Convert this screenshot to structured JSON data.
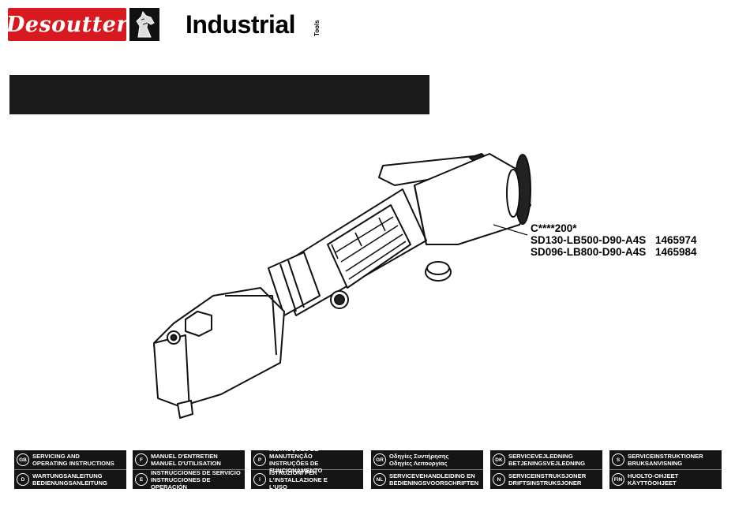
{
  "header": {
    "brand_logo": "Desoutter",
    "brand_industrial": "Industrial",
    "brand_tools": "Tools",
    "horse_icon": "horse-head-icon"
  },
  "models": [
    {
      "model": "C****200*",
      "part": ""
    },
    {
      "model": "SD130-LB500-D90-A4S",
      "part": "1465974"
    },
    {
      "model": "SD096-LB800-D90-A4S",
      "part": "1465984"
    }
  ],
  "languages": [
    {
      "top": {
        "code": "GB",
        "text": "Servicing and\nOperating Instructions"
      },
      "bottom": {
        "code": "D",
        "text": "Wartungsanleitung\nBedienungsanleitung"
      }
    },
    {
      "top": {
        "code": "F",
        "text": "Manuel d'entretien\nManuel d'utilisation"
      },
      "bottom": {
        "code": "E",
        "text": "Instrucciones de Servicio\nInstrucciones de Operación"
      }
    },
    {
      "top": {
        "code": "P",
        "text": "Instruções de Manutenção\nInstruções de Funcionamento"
      },
      "bottom": {
        "code": "I",
        "text": "Istruzioni per l'Installazione e\nl'Uso"
      }
    },
    {
      "top": {
        "code": "GR",
        "text": "Οδηγίες Συντήρησης\nΟδηγίες Λειτουργίας"
      },
      "bottom": {
        "code": "NL",
        "text": "Servicevehandleiding en\nBedieningsvoorschriften"
      }
    },
    {
      "top": {
        "code": "DK",
        "text": "Servicevejledning\nBetjeningsvejledning"
      },
      "bottom": {
        "code": "N",
        "text": "Serviceinstruksjoner\nDriftsinstruksjoner"
      }
    },
    {
      "top": {
        "code": "S",
        "text": "Serviceinstruktioner\nBruksanvisning"
      },
      "bottom": {
        "code": "FIN",
        "text": "Huolto-ohjeet\nKäyttöohjeet"
      }
    }
  ]
}
